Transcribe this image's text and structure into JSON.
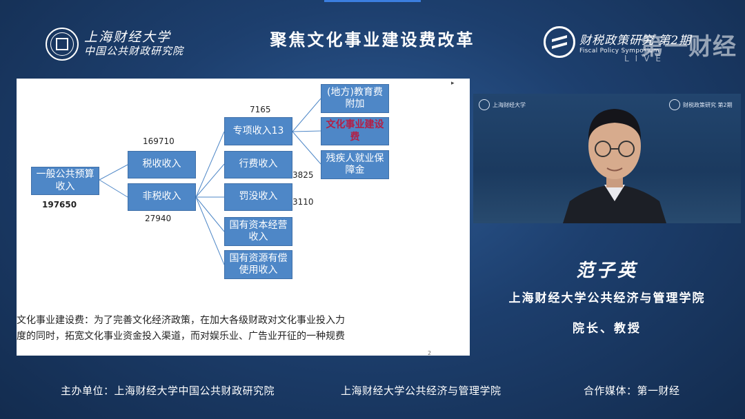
{
  "header": {
    "left_logo_line1": "上海财经大学",
    "left_logo_line2": "中国公共财政研究院",
    "title": "聚焦文化事业建设费改革",
    "right_logo_line1": "财税政策研究",
    "right_logo_line2": "Fiscal Policy Symposium",
    "right_issue": "第2期",
    "brand": "第一财经",
    "live": "LIVE"
  },
  "slide": {
    "nodes": {
      "root": "一般公共预算收入",
      "tax": "税收收入",
      "nontax": "非税收入",
      "special": "专项收入13",
      "fees": "行费收入",
      "fines": "罚没收入",
      "state_capital": "国有资本经营收入",
      "state_resources": "国有资源有偿使用收入",
      "edu": "(地方)教育费附加",
      "culture": "文化事业建设费",
      "disabled": "残疾人就业保障金"
    },
    "numbers": {
      "root": "197650",
      "tax": "169710",
      "nontax": "27940",
      "special": "7165",
      "fees": "3825",
      "fines": "3110"
    },
    "description_line1": "文化事业建设费：为了完善文化经济政策，在加大各级财政对文化事业投入力",
    "description_line2": "度的同时，拓宽文化事业资金投入渠道，而对娱乐业、广告业开征的一种规费",
    "page_number": "2"
  },
  "video": {
    "logo_left": "上海财经大学",
    "logo_right": "财税政策研究 第2期"
  },
  "speaker": {
    "name": "范子英",
    "institution": "上海财经大学公共经济与管理学院",
    "role": "院长、教授"
  },
  "footer": {
    "host": "主办单位：上海财经大学中国公共财政研究院",
    "co_host": "上海财经大学公共经济与管理学院",
    "media": "合作媒体：第一财经"
  }
}
